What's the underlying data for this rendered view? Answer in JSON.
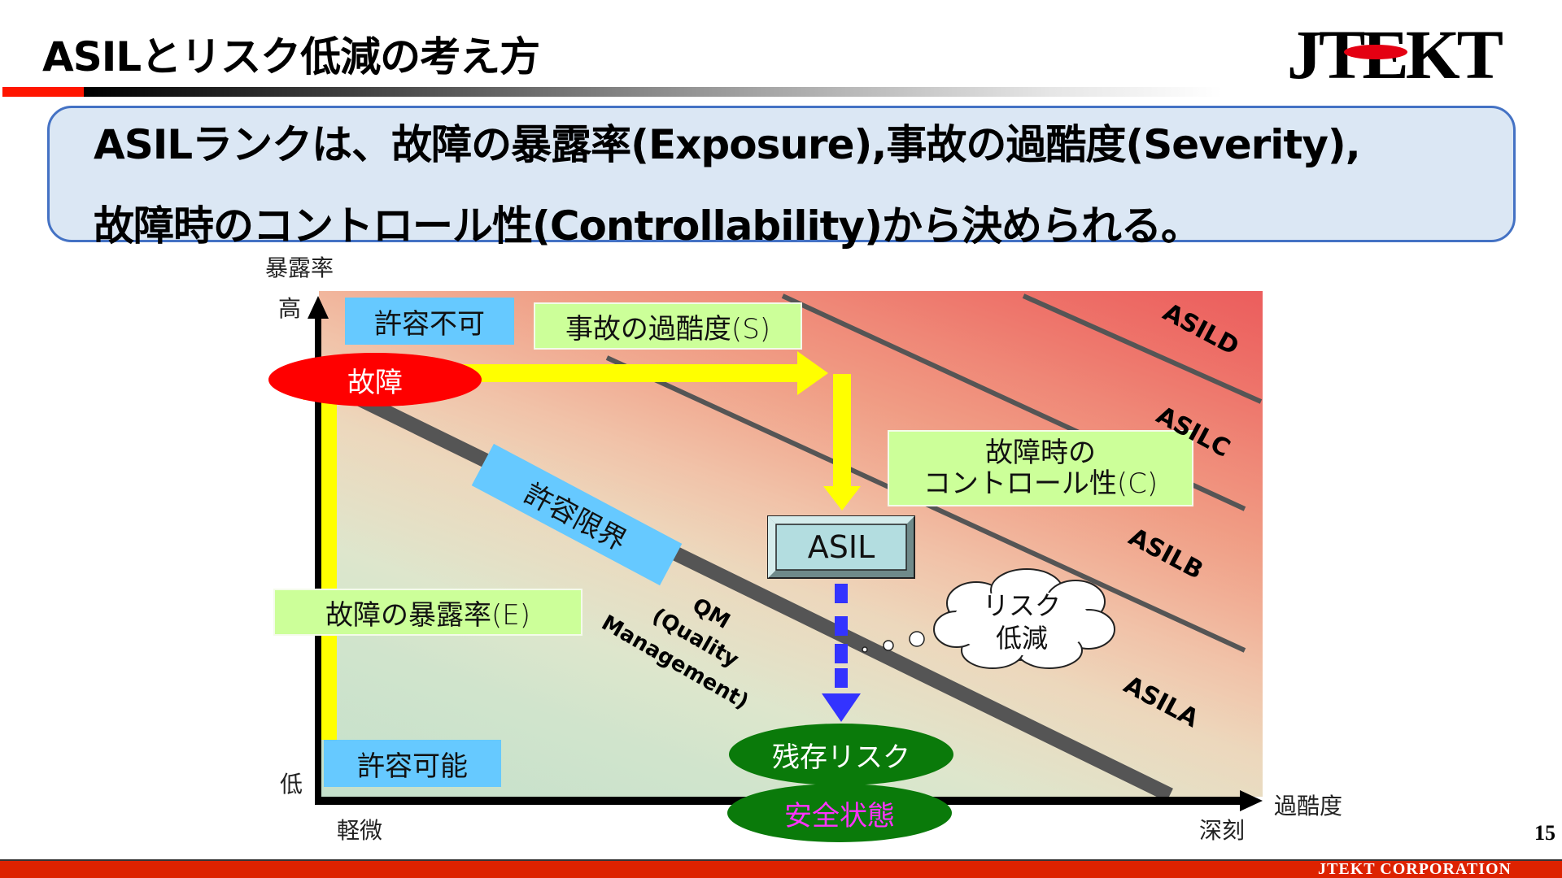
{
  "header": {
    "title": "ASILとリスク低減の考え方",
    "logo_text": "JTEKT",
    "accent_red": "#ff1500"
  },
  "summary": {
    "line1": "ASILランクは、故障の暴露率(Exposure),事故の過酷度(Severity),",
    "line2": "故障時のコントロール性(Controllability)から決められる。",
    "background": "#dbe7f4",
    "border": "#4472c4"
  },
  "diagram": {
    "y_axis": {
      "title": "暴露率",
      "high": "高",
      "low": "低"
    },
    "x_axis": {
      "title": "過酷度",
      "low": "軽微",
      "high": "深刻"
    },
    "zones": {
      "unacceptable": "許容不可",
      "acceptable": "許容可能",
      "tolerance_limit": "許容限界"
    },
    "factors": {
      "severity": "事故の過酷度(S)",
      "exposure": "故障の暴露率(E)",
      "controllability_line1": "故障時の",
      "controllability_line2": "コントロール性(C)"
    },
    "failure": "故障",
    "asil_box": "ASIL",
    "risk_reduction_line1": "リスク",
    "risk_reduction_line2": "低減",
    "residual_risk": "残存リスク",
    "safe_state": "安全状態",
    "qm_label_1": "QM",
    "qm_label_2": "(Quality",
    "qm_label_3": "Management)",
    "asil_levels": [
      "ASILD",
      "ASILC",
      "ASILB",
      "ASILA"
    ],
    "colors": {
      "tolerance_box": "#66c9ff",
      "factor_box": "#ccff99",
      "failure_ellipse": "#ff0000",
      "flow_arrow": "#ffff00",
      "reduction_arrow": "#3333ff",
      "result_ellipse": "#0a7a0a",
      "safe_state_text": "#ff33ff"
    }
  },
  "footer": {
    "page_number": "15",
    "company": "JTEKT  CORPORATION"
  }
}
